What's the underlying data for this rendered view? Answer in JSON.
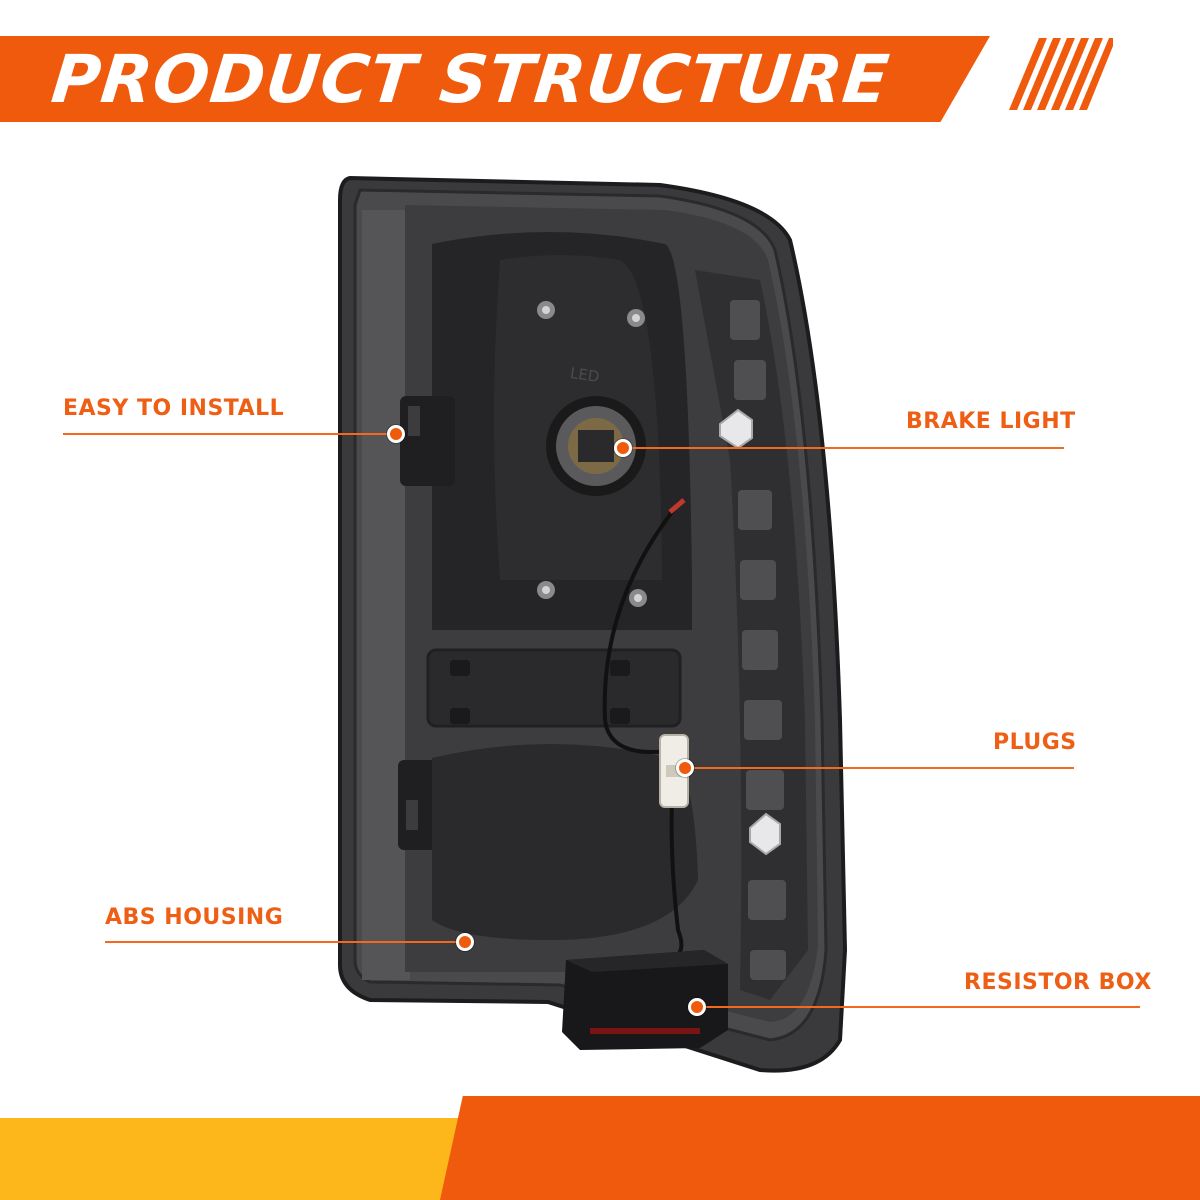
{
  "banner": {
    "title": "PRODUCT STRUCTURE"
  },
  "callouts": {
    "easy_install": "EASY TO INSTALL",
    "brake_light": "BRAKE LIGHT",
    "plugs": "PLUGS",
    "abs_housing": "ABS HOUSING",
    "resistor_box": "RESISTOR BOX"
  },
  "product": {
    "embossed_led": "LED"
  },
  "colors": {
    "accent_orange": "#f05a0c",
    "accent_yellow": "#fdb71a",
    "label_text": "#ee5e14",
    "housing_dark": "#2b2b2d"
  },
  "icons": [
    "product-photo",
    "stripe-decoration"
  ]
}
